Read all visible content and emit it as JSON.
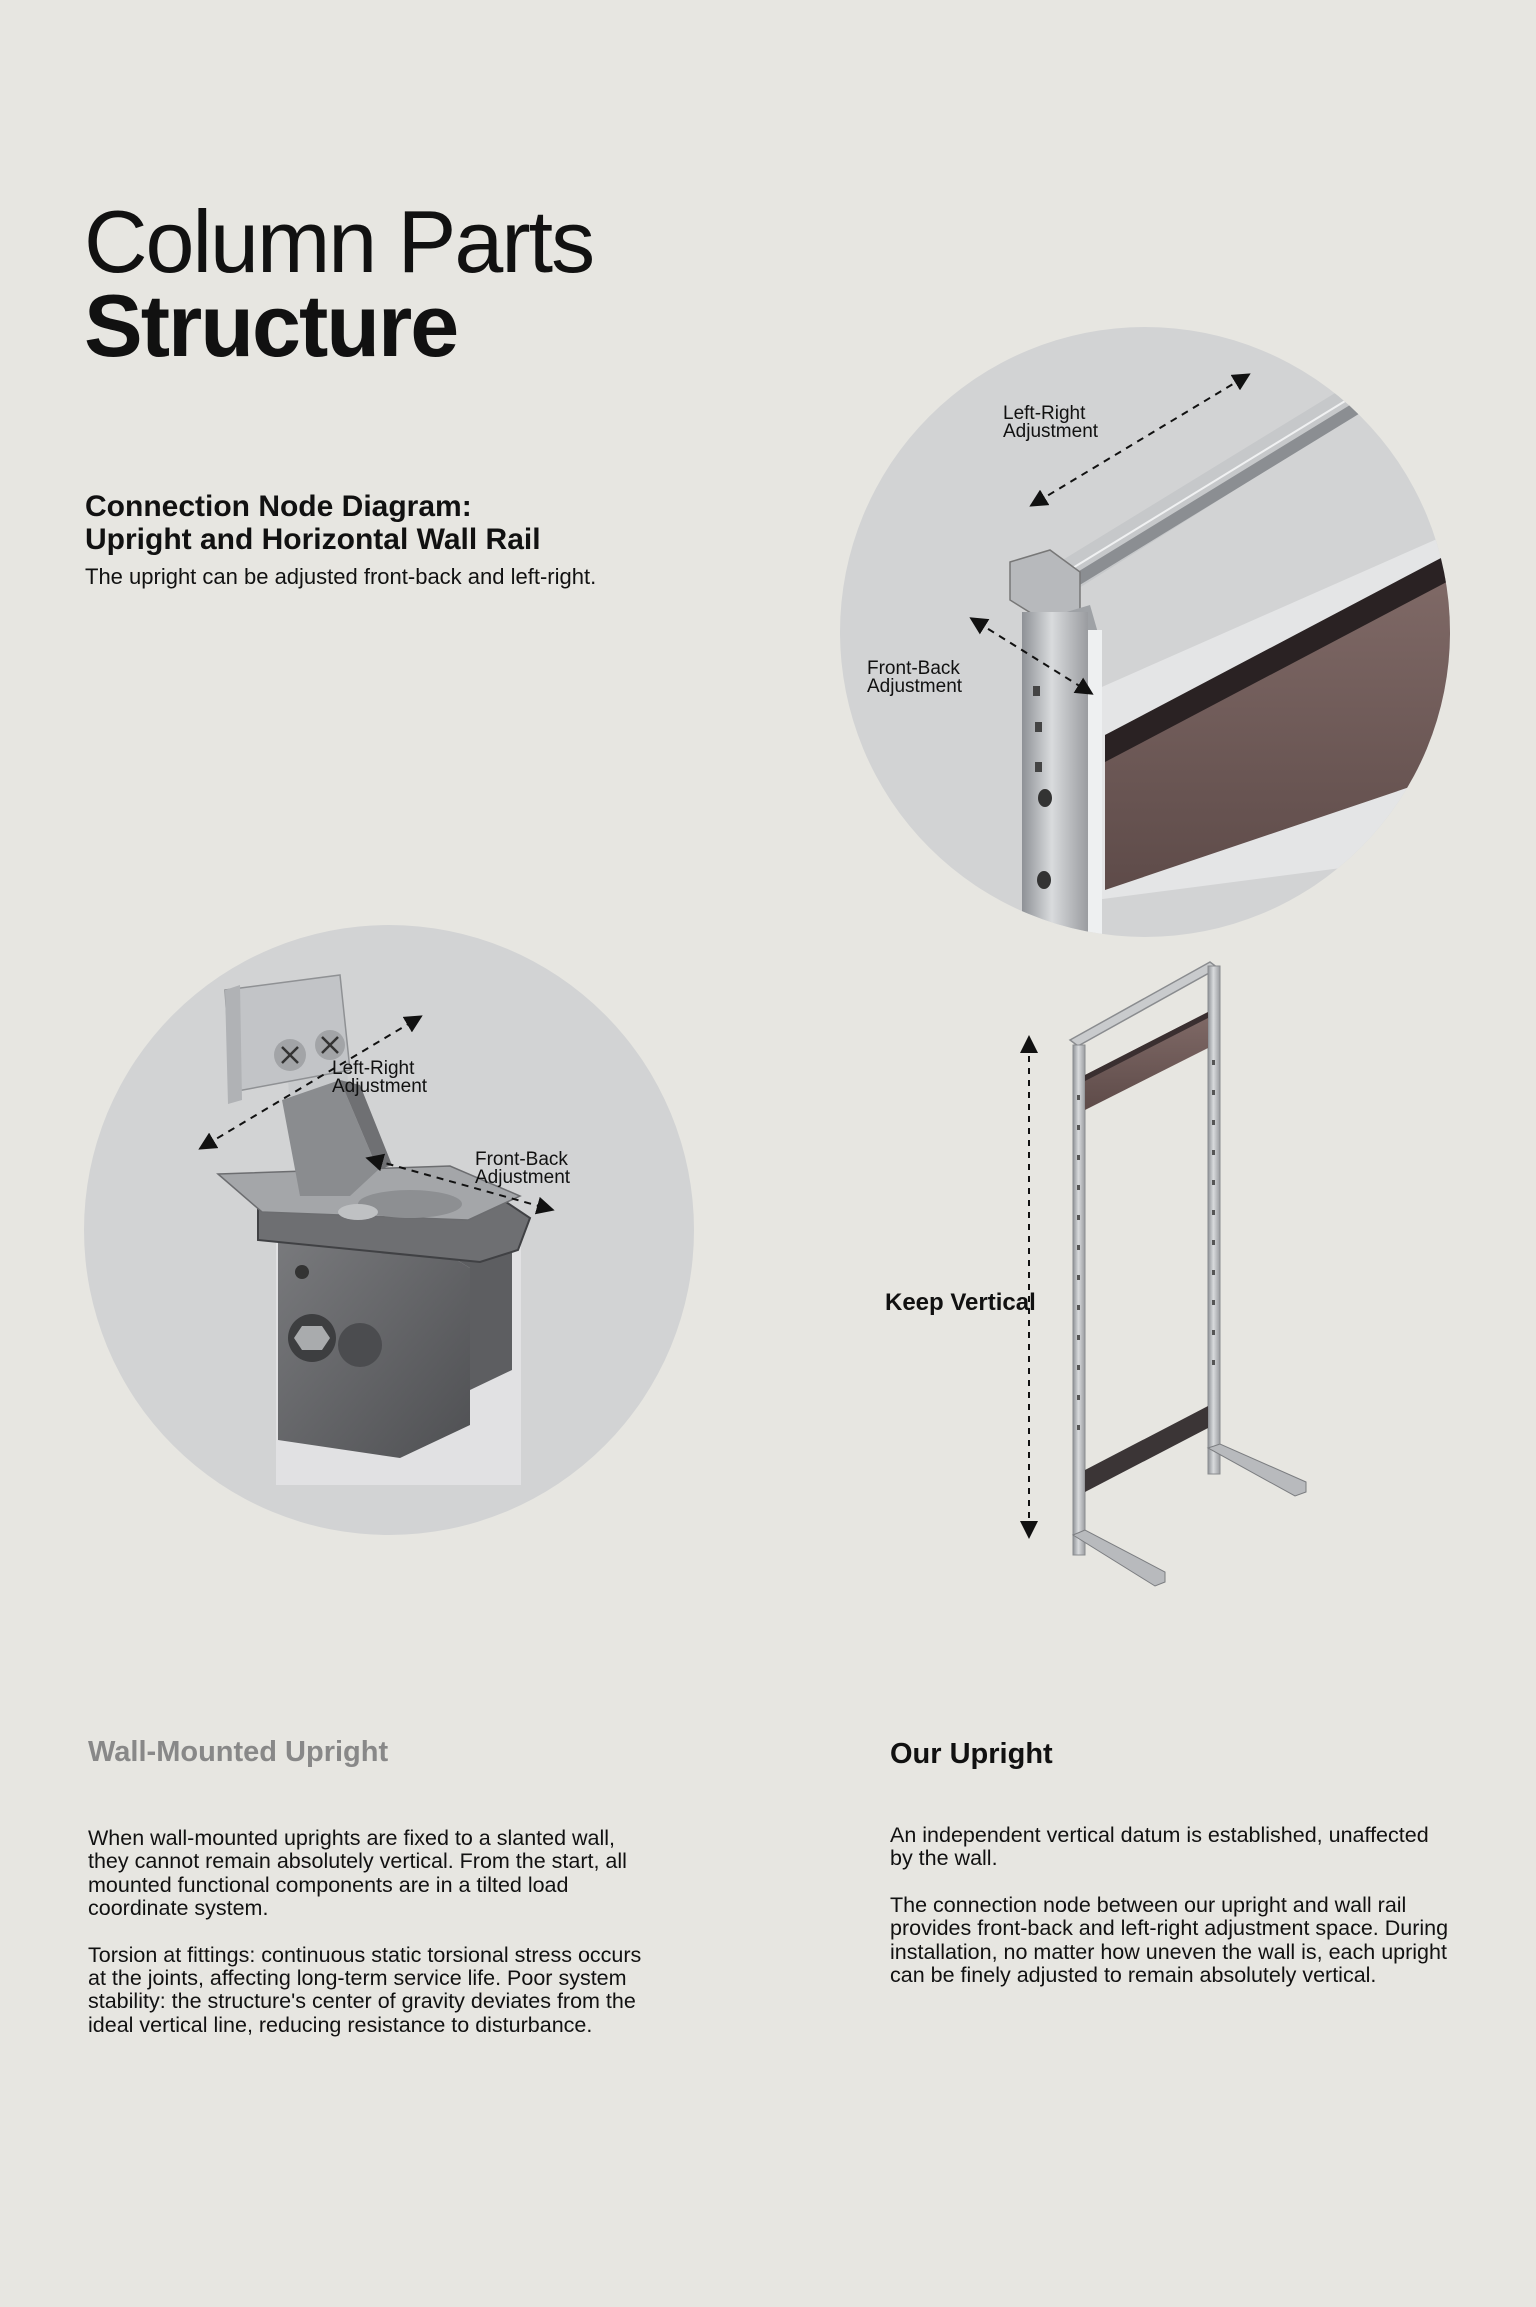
{
  "header": {
    "title_light": "Column Parts",
    "title_bold": "Structure"
  },
  "diagram_section": {
    "heading_line1": "Connection Node Diagram:",
    "heading_line2": "Upright and Horizontal Wall Rail",
    "subtitle": "The upright can be adjusted front-back and left-right."
  },
  "top_circle": {
    "label_lr_line1": "Left-Right",
    "label_lr_line2": "Adjustment",
    "label_fb_line1": "Front-Back",
    "label_fb_line2": "Adjustment"
  },
  "left_circle": {
    "label_lr_line1": "Left-Right",
    "label_lr_line2": "Adjustment",
    "label_fb_line1": "Front-Back",
    "label_fb_line2": "Adjustment"
  },
  "frame": {
    "label": "Keep Vertical"
  },
  "wall_mounted": {
    "title": "Wall-Mounted Upright",
    "paragraphs": [
      "When wall-mounted uprights are fixed to a slanted wall, they cannot remain absolutely vertical. From the start, all mounted functional components are in a tilted load coordinate system.",
      "Torsion at fittings: continuous static torsional stress occurs at the joints, affecting long-term service life. Poor system stability: the structure's center of gravity deviates from the ideal vertical line, reducing resistance to disturbance."
    ]
  },
  "our_upright": {
    "title": "Our Upright",
    "paragraphs": [
      "An independent vertical datum is established, unaffected by the wall.",
      "The connection node between our upright and wall rail provides front-back and left-right adjustment space. During installation, no matter how uneven the wall is, each upright can be finely adjusted to remain absolutely vertical."
    ]
  },
  "colors": {
    "background": "#e7e6e1",
    "circle": "#d2d3d4",
    "panel": "#6f5a58",
    "metal": "#b0b3b6"
  }
}
